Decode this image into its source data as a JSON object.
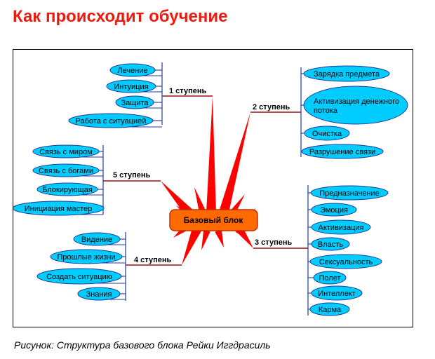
{
  "page": {
    "title": "Как происходит обучение",
    "caption": "Рисунок: Структура базового блока Рейки Иггдрасиль"
  },
  "diagram": {
    "center": "Базовый блок",
    "steps": [
      {
        "label": "1 ступень",
        "items": [
          "Лечение",
          "Интуиция",
          "Защита",
          "Работа с ситуацией"
        ]
      },
      {
        "label": "2 ступень",
        "items": [
          "Зарядка предмета",
          "Активизация денежного потока",
          "Очистка",
          "Разрушение связи"
        ]
      },
      {
        "label": "3  ступень",
        "items": [
          "Предназначение",
          "Эмоция",
          "Активизация",
          "Власть",
          "Сексуальность",
          "Полет",
          "Интеллект",
          "Карма"
        ]
      },
      {
        "label": "4 ступень",
        "items": [
          "Видение",
          "Прошлые жизни",
          "Создать ситуацию",
          "Знания"
        ]
      },
      {
        "label": "5 ступень",
        "items": [
          "Связь с миром",
          "Связь с богами",
          "Блокирующая",
          "Инициация мастер"
        ]
      }
    ],
    "colors": {
      "node_fill": "#00ccff",
      "node_stroke": "#1f3c9c",
      "center_fill": "#ff6a00",
      "center_stroke": "#c03000",
      "spoke": "#ff0000",
      "branch_line": "#9a1010",
      "bracket": "#1f3c9c"
    }
  }
}
